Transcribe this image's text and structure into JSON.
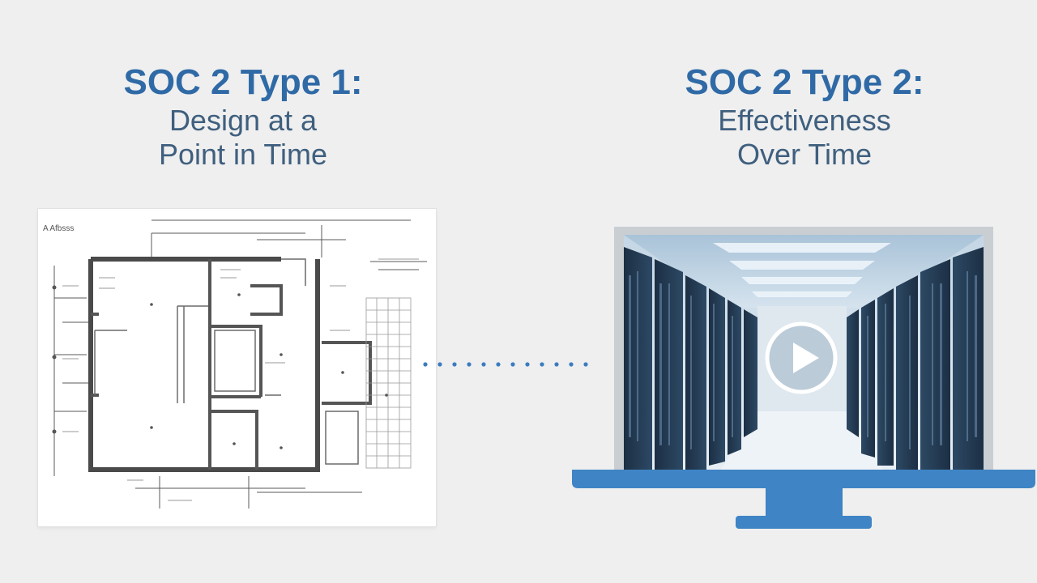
{
  "left_panel": {
    "heading": "SOC 2 Type 1:",
    "subtitle_line1": "Design at a",
    "subtitle_line2": "Point in Time",
    "blueprint_label": "A Afbsss"
  },
  "right_panel": {
    "heading": "SOC 2 Type 2:",
    "subtitle_line1": "Effectiveness",
    "subtitle_line2": "Over Time"
  },
  "colors": {
    "heading": "#2f6aa6",
    "subtitle": "#3f5f7e",
    "monitor_frame": "#3f84c4",
    "connector_dots": "#3b7cbf",
    "blueprint_lines": "#5a5a5a"
  },
  "icons": {
    "play": "play-circle-icon"
  }
}
